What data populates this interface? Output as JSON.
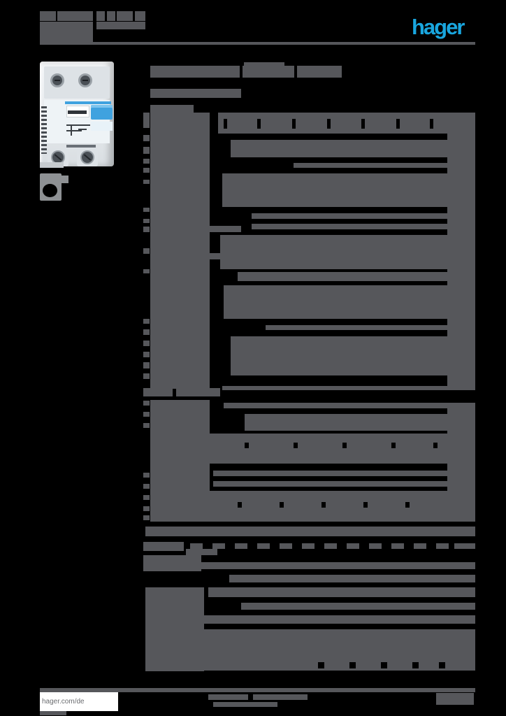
{
  "palette": {
    "background": "#000000",
    "ink": "#56575B",
    "black": "#000000",
    "white": "#FFFFFF",
    "accent_blue": "#19A6DF",
    "footer_text": "#6B6D70",
    "icon_gray": "#8E9194",
    "photo": {
      "body": "#F4F6F8",
      "body_lower": "#D9DEE2",
      "panel": "#DDE2E6",
      "face": "#EEF3F6",
      "dark": "#4A5056",
      "ring": "#9AA1A7",
      "blue": "#3FA2DF",
      "blue_highlight": "#7CC4EE",
      "clip": "#C6CBCF"
    }
  },
  "brand": {
    "logo_text": "hager"
  },
  "footer": {
    "website": "hager.com/de"
  },
  "product_photo": {
    "description": "2-module residual current circuit breaker, light grey body, blue toggle"
  },
  "redacted_groups": [
    {
      "name": "header-text-bar",
      "color": "ink",
      "items": [
        [
          57,
          16,
          23,
          14
        ],
        [
          82,
          16,
          51,
          14
        ],
        [
          138,
          16,
          12,
          14
        ],
        [
          153,
          16,
          12,
          14
        ],
        [
          167,
          16,
          23,
          14
        ],
        [
          193,
          16,
          15,
          14
        ],
        [
          57,
          31,
          76,
          29
        ],
        [
          138,
          31,
          70,
          11
        ]
      ]
    },
    {
      "name": "header-rule",
      "color": "ink",
      "items": [
        [
          57,
          60,
          623,
          4
        ]
      ]
    },
    {
      "name": "doc-title-bar",
      "color": "ink",
      "items": [
        [
          215,
          94,
          128,
          17
        ],
        [
          347,
          94,
          74,
          17
        ],
        [
          425,
          94,
          64,
          17
        ],
        [
          349,
          89,
          58,
          6
        ]
      ]
    },
    {
      "name": "doc-subtitle-bar",
      "color": "ink",
      "items": [
        [
          215,
          127,
          130,
          13
        ]
      ]
    },
    {
      "name": "section-heading-bar",
      "color": "ink",
      "items": [
        [
          215,
          150,
          62,
          11
        ],
        [
          205,
          555,
          42,
          12
        ],
        [
          252,
          555,
          63,
          12
        ],
        [
          266,
          785,
          45,
          9
        ]
      ]
    },
    {
      "name": "spec-label-column",
      "color": "ink",
      "items": [
        [
          215,
          161,
          85,
          395
        ],
        [
          300,
          323,
          45,
          9
        ],
        [
          300,
          362,
          28,
          9
        ],
        [
          215,
          572,
          85,
          174
        ],
        [
          205,
          794,
          83,
          23
        ],
        [
          208,
          840,
          84,
          120
        ]
      ]
    },
    {
      "name": "spec-label-stub",
      "color": "ink",
      "items": [
        [
          205,
          161,
          9,
          22
        ],
        [
          205,
          193,
          9,
          9
        ],
        [
          205,
          210,
          9,
          10
        ],
        [
          205,
          227,
          9,
          7
        ],
        [
          205,
          240,
          9,
          7
        ],
        [
          205,
          257,
          9,
          6
        ],
        [
          205,
          297,
          9,
          6
        ],
        [
          205,
          313,
          9,
          6
        ],
        [
          205,
          324,
          9,
          8
        ],
        [
          205,
          355,
          9,
          8
        ],
        [
          205,
          385,
          9,
          6
        ],
        [
          205,
          456,
          9,
          7
        ],
        [
          205,
          471,
          9,
          8
        ],
        [
          205,
          487,
          9,
          8
        ],
        [
          205,
          503,
          9,
          8
        ],
        [
          205,
          518,
          9,
          9
        ],
        [
          205,
          534,
          9,
          8
        ],
        [
          205,
          573,
          9,
          7
        ],
        [
          205,
          589,
          9,
          7
        ],
        [
          205,
          605,
          9,
          7
        ],
        [
          205,
          676,
          9,
          7
        ],
        [
          205,
          692,
          9,
          7
        ],
        [
          205,
          708,
          9,
          7
        ],
        [
          205,
          724,
          9,
          7
        ],
        [
          205,
          737,
          9,
          7
        ]
      ]
    },
    {
      "name": "spec-value-right-strip",
      "color": "ink",
      "items": [
        [
          640,
          161,
          40,
          396
        ],
        [
          640,
          576,
          40,
          170
        ]
      ]
    },
    {
      "name": "spec-value-bar",
      "color": "ink",
      "items": [
        [
          312,
          161,
          368,
          30
        ],
        [
          330,
          200,
          350,
          25
        ],
        [
          420,
          233,
          260,
          7
        ],
        [
          318,
          248,
          362,
          48
        ],
        [
          360,
          305,
          320,
          8
        ],
        [
          360,
          320,
          320,
          8
        ],
        [
          315,
          336,
          365,
          49
        ],
        [
          340,
          389,
          340,
          13
        ],
        [
          320,
          408,
          360,
          48
        ],
        [
          380,
          465,
          300,
          7
        ],
        [
          330,
          481,
          350,
          56
        ],
        [
          318,
          552,
          362,
          6
        ],
        [
          320,
          576,
          360,
          8
        ],
        [
          350,
          592,
          330,
          24
        ],
        [
          215,
          620,
          465,
          43
        ],
        [
          305,
          673,
          375,
          8
        ],
        [
          305,
          688,
          375,
          8
        ],
        [
          215,
          702,
          465,
          44
        ],
        [
          208,
          753,
          472,
          14
        ],
        [
          288,
          804,
          392,
          10
        ],
        [
          328,
          822,
          352,
          11
        ],
        [
          298,
          840,
          382,
          14
        ],
        [
          345,
          862,
          335,
          10
        ],
        [
          215,
          880,
          465,
          12
        ],
        [
          215,
          900,
          465,
          59
        ]
      ]
    },
    {
      "name": "word-gap-notch",
      "color": "black",
      "items": [
        [
          320,
          170,
          5,
          14
        ],
        [
          368,
          170,
          5,
          14
        ],
        [
          418,
          170,
          5,
          14
        ],
        [
          468,
          170,
          5,
          14
        ],
        [
          517,
          170,
          5,
          14
        ],
        [
          567,
          170,
          5,
          14
        ],
        [
          615,
          170,
          5,
          14
        ],
        [
          350,
          633,
          6,
          8
        ],
        [
          420,
          633,
          6,
          8
        ],
        [
          490,
          633,
          6,
          8
        ],
        [
          560,
          633,
          6,
          8
        ],
        [
          620,
          633,
          6,
          8
        ],
        [
          340,
          718,
          6,
          8
        ],
        [
          400,
          718,
          6,
          8
        ],
        [
          460,
          718,
          6,
          8
        ],
        [
          520,
          718,
          6,
          8
        ],
        [
          580,
          718,
          6,
          8
        ],
        [
          455,
          947,
          9,
          9
        ],
        [
          500,
          947,
          9,
          9
        ],
        [
          545,
          947,
          9,
          9
        ],
        [
          590,
          947,
          9,
          9
        ],
        [
          628,
          947,
          9,
          9
        ]
      ]
    },
    {
      "name": "dash-row-bar",
      "color": "ink",
      "items": [
        [
          205,
          775,
          58,
          13
        ],
        [
          272,
          777,
          18,
          8
        ],
        [
          304,
          777,
          18,
          8
        ],
        [
          336,
          777,
          18,
          8
        ],
        [
          368,
          777,
          18,
          8
        ],
        [
          400,
          777,
          18,
          8
        ],
        [
          432,
          777,
          18,
          8
        ],
        [
          464,
          777,
          18,
          8
        ],
        [
          496,
          777,
          18,
          8
        ],
        [
          528,
          777,
          18,
          8
        ],
        [
          560,
          777,
          18,
          8
        ],
        [
          592,
          777,
          18,
          8
        ],
        [
          624,
          777,
          18,
          8
        ],
        [
          650,
          777,
          30,
          8
        ]
      ]
    },
    {
      "name": "footer-rule",
      "color": "ink",
      "items": [
        [
          57,
          984,
          623,
          6
        ]
      ]
    },
    {
      "name": "footer-text-bar",
      "color": "ink",
      "items": [
        [
          298,
          993,
          57,
          8
        ],
        [
          362,
          993,
          78,
          8
        ],
        [
          305,
          1004,
          92,
          7
        ],
        [
          624,
          991,
          54,
          17
        ],
        [
          57,
          1017,
          38,
          6
        ]
      ]
    }
  ]
}
